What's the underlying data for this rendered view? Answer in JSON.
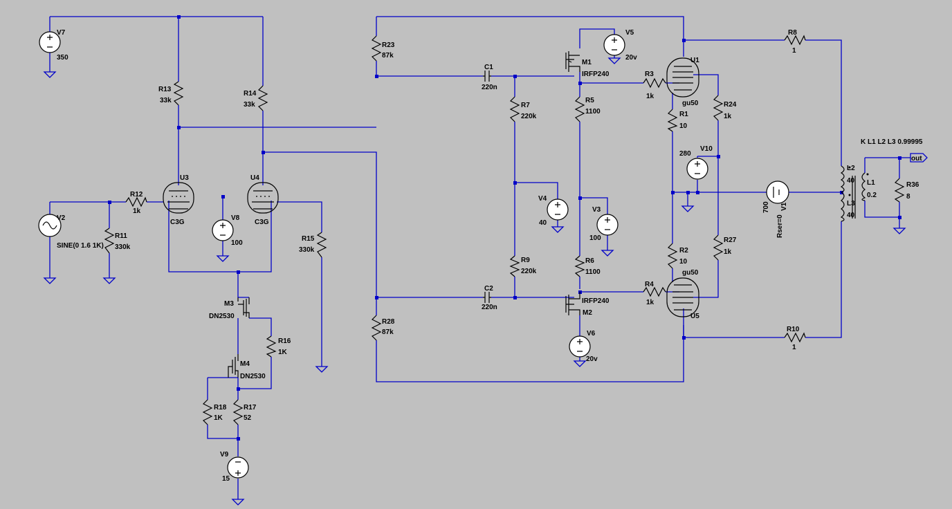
{
  "directive": "K L1 L2 L3 0.99995",
  "out_label": "out",
  "components": {
    "V7": {
      "name": "V7",
      "value": "350"
    },
    "V2": {
      "name": "V2",
      "value": "SINE(0 1.6 1K)"
    },
    "R11": {
      "name": "R11",
      "value": "330k"
    },
    "R12": {
      "name": "R12",
      "value": "1k"
    },
    "R13": {
      "name": "R13",
      "value": "33k"
    },
    "R14": {
      "name": "R14",
      "value": "33k"
    },
    "U3": {
      "name": "U3",
      "value": "C3G"
    },
    "U4": {
      "name": "U4",
      "value": "C3G"
    },
    "V8": {
      "name": "V8",
      "value": "100"
    },
    "R15": {
      "name": "R15",
      "value": "330k"
    },
    "M3": {
      "name": "M3",
      "value": "DN2530"
    },
    "M4": {
      "name": "M4",
      "value": "DN2530"
    },
    "R16": {
      "name": "R16",
      "value": "1K"
    },
    "R17": {
      "name": "R17",
      "value": "52"
    },
    "R18": {
      "name": "R18",
      "value": "1K"
    },
    "V9": {
      "name": "V9",
      "value": "15"
    },
    "R23": {
      "name": "R23",
      "value": "87k"
    },
    "R28": {
      "name": "R28",
      "value": "87k"
    },
    "C1": {
      "name": "C1",
      "value": "220n"
    },
    "C2": {
      "name": "C2",
      "value": "220n"
    },
    "R7": {
      "name": "R7",
      "value": "220k"
    },
    "R9": {
      "name": "R9",
      "value": "220k"
    },
    "V4": {
      "name": "V4",
      "value": "40"
    },
    "M1": {
      "name": "M1",
      "value": "IRFP240"
    },
    "M2": {
      "name": "M2",
      "value": "IRFP240"
    },
    "V5": {
      "name": "V5",
      "value": "20v"
    },
    "V6": {
      "name": "V6",
      "value": "20v"
    },
    "R5": {
      "name": "R5",
      "value": "1100"
    },
    "R6": {
      "name": "R6",
      "value": "1100"
    },
    "V3": {
      "name": "V3",
      "value": "100"
    },
    "R3": {
      "name": "R3",
      "value": "1k"
    },
    "R4": {
      "name": "R4",
      "value": "1k"
    },
    "U1": {
      "name": "U1",
      "value": "gu50"
    },
    "U5": {
      "name": "U5",
      "value": "gu50"
    },
    "R1": {
      "name": "R1",
      "value": "10"
    },
    "R2": {
      "name": "R2",
      "value": "10"
    },
    "R24": {
      "name": "R24",
      "value": "1k"
    },
    "R27": {
      "name": "R27",
      "value": "1k"
    },
    "V10": {
      "name": "V10",
      "value": "280"
    },
    "V1": {
      "name": "V1",
      "value": "700",
      "extra": "Rser=0"
    },
    "R8": {
      "name": "R8",
      "value": "1"
    },
    "R10": {
      "name": "R10",
      "value": "1"
    },
    "L1": {
      "name": "L1",
      "value": "0.2"
    },
    "L2": {
      "name": "L2",
      "value": "40"
    },
    "L3": {
      "name": "L3",
      "value": "40"
    },
    "R36": {
      "name": "R36",
      "value": "8"
    }
  }
}
